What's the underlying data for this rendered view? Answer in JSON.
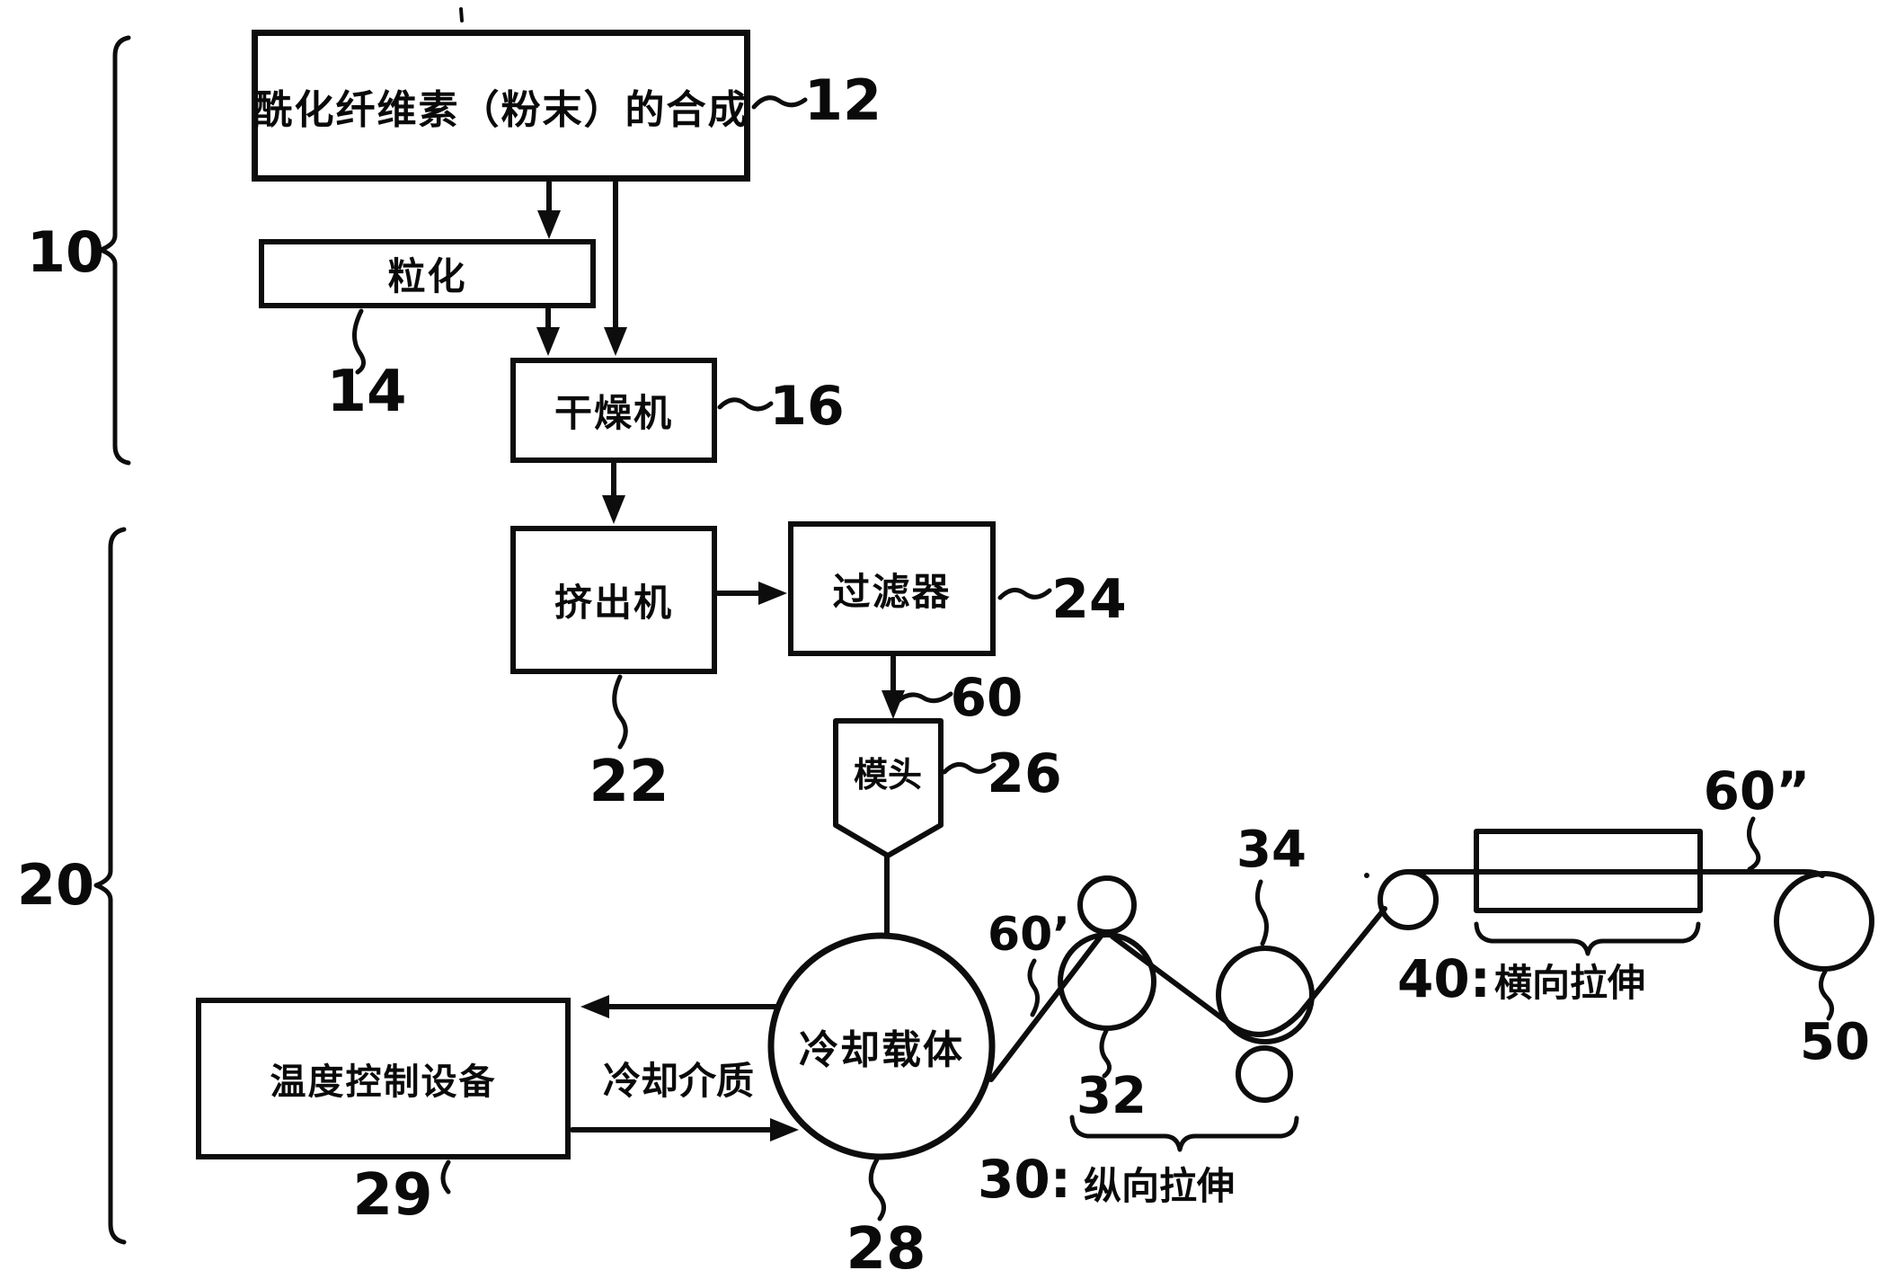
{
  "diagram": {
    "colors": {
      "ink": "#0d0d0d",
      "paper": "#ffffff"
    },
    "brackets": {
      "upstream": "10",
      "film_line": "20"
    },
    "boxes": {
      "synthesis": {
        "text": "酰化纤维素（粉末）的合成",
        "ref": "12"
      },
      "granulation": {
        "text": "粒化",
        "ref": "14"
      },
      "dryer": {
        "text": "干燥机",
        "ref": "16"
      },
      "extruder": {
        "text": "挤出机",
        "ref": "22"
      },
      "filter": {
        "text": "过滤器",
        "ref": "24"
      },
      "die": {
        "text": "模头",
        "ref": "26"
      },
      "cooling_drum": {
        "text": "冷却载体",
        "ref": "28"
      },
      "temperature_controller": {
        "text": "温度控制设备",
        "ref": "29"
      }
    },
    "flow_text": {
      "cooling_medium": "冷却介质"
    },
    "streams": {
      "dope": "60",
      "cast_web": "60’",
      "stretched_web": "60”"
    },
    "processes": {
      "longitudinal_stretch": {
        "ref": "30:",
        "text": "纵向拉伸",
        "roller_pair_1": "32",
        "roller_pair_2": "34"
      },
      "transverse_stretch": {
        "ref": "40:",
        "text": "横向拉伸"
      },
      "winder": "50"
    }
  }
}
